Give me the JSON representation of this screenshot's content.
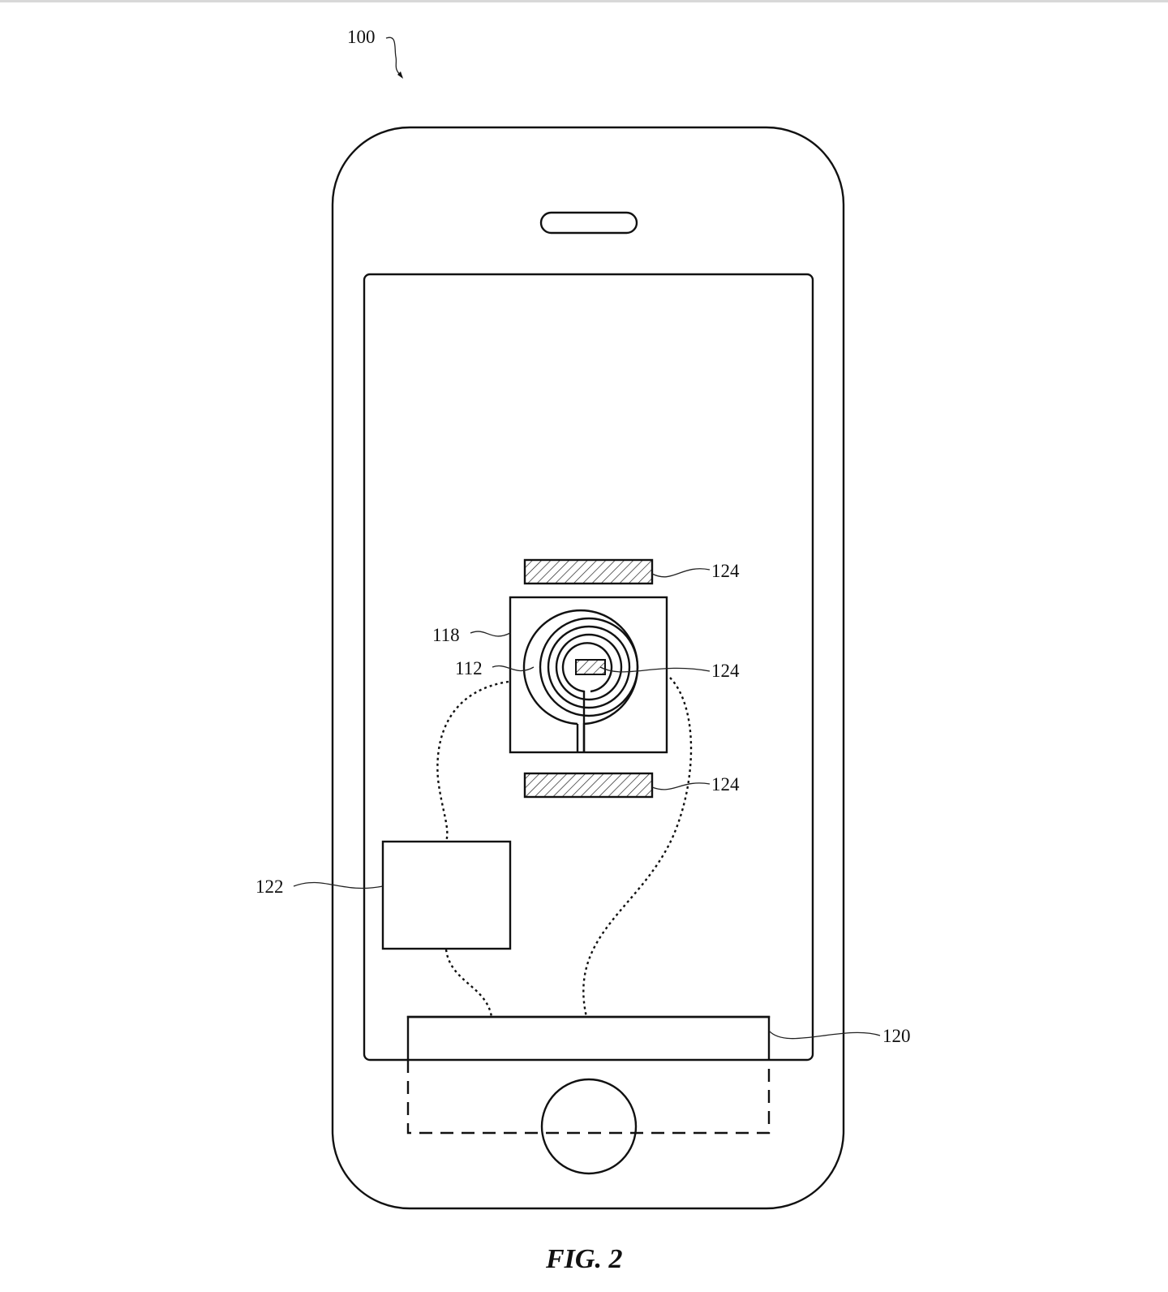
{
  "figure": {
    "caption": "FIG. 2",
    "labels": {
      "device": "100",
      "magnet_top": "124",
      "magnet_center": "124",
      "magnet_bottom": "124",
      "coil_module": "118",
      "coil": "112",
      "processor": "122",
      "sensor_module": "120"
    }
  }
}
